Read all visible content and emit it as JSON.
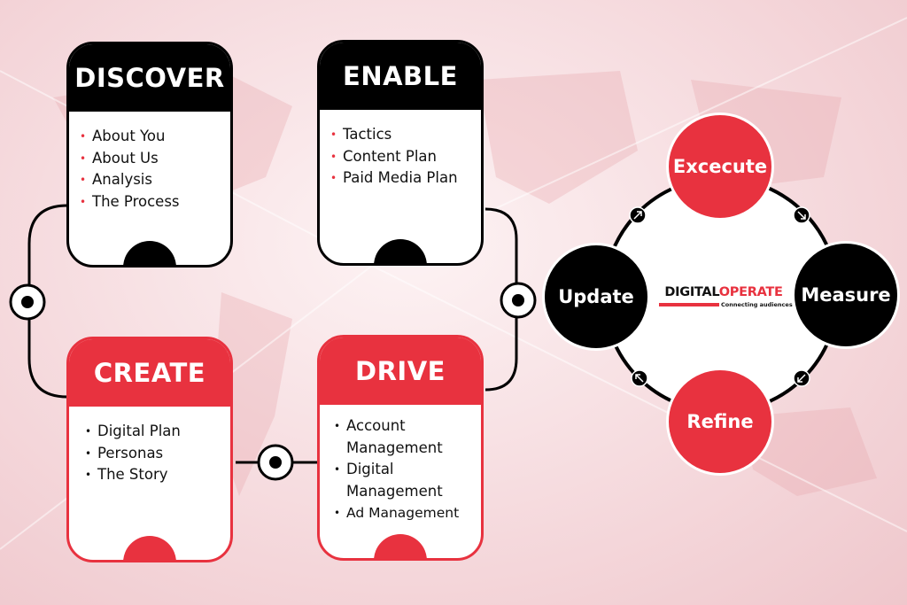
{
  "cards": [
    {
      "title": "DISCOVER",
      "items": [
        "About You",
        "About Us",
        "Analysis",
        "The Process"
      ]
    },
    {
      "title": "ENABLE",
      "items": [
        "Tactics",
        "Content Plan",
        "Paid Media Plan"
      ]
    },
    {
      "title": "CREATE",
      "items": [
        "Digital Plan",
        "Personas",
        "The Story"
      ]
    },
    {
      "title": "DRIVE",
      "items": [
        "Account Management",
        "Digital Management",
        "Ad Management"
      ]
    }
  ],
  "cycle": {
    "steps": [
      "Excecute",
      "Measure",
      "Refine",
      "Update"
    ],
    "logo": {
      "part1": "DIGITAL",
      "part2": "OPERATE",
      "tagline": "Connecting audiences"
    }
  },
  "colors": {
    "accent": "#e8323f",
    "dark": "#000000"
  }
}
